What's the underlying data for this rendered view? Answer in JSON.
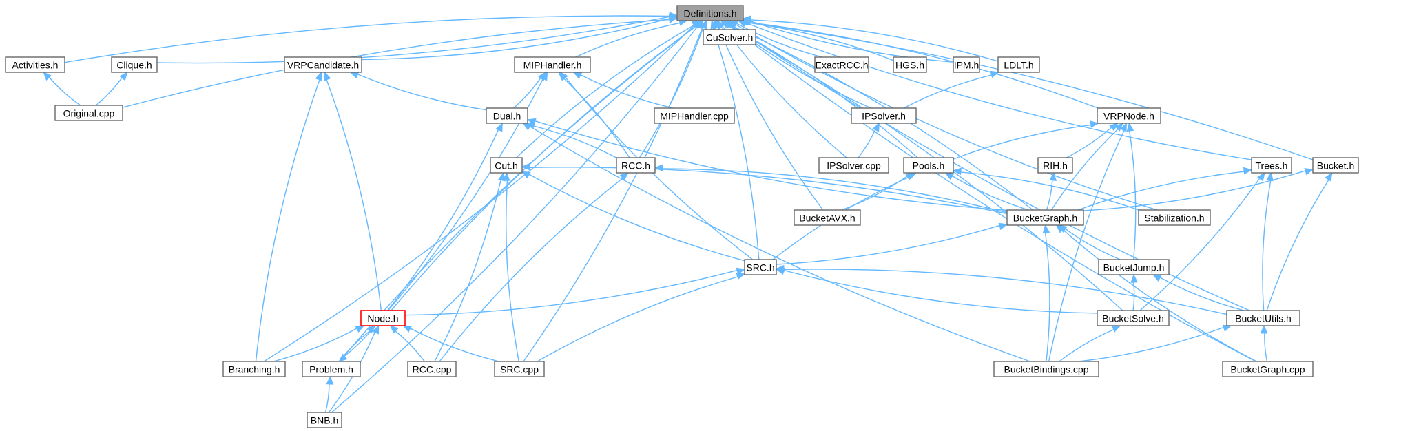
{
  "graph": {
    "colors": {
      "edge": "#63b8ff",
      "root_fill": "#a0a0a0",
      "focus_border": "#ff0000",
      "node_border": "#666666"
    },
    "nodes": [
      {
        "id": "def",
        "label": "Definitions.h",
        "kind": "root"
      },
      {
        "id": "activities",
        "label": "Activities.h"
      },
      {
        "id": "clique",
        "label": "Clique.h"
      },
      {
        "id": "original",
        "label": "Original.cpp"
      },
      {
        "id": "vrpcand",
        "label": "VRPCandidate.h"
      },
      {
        "id": "miphandler",
        "label": "MIPHandler.h"
      },
      {
        "id": "cusolver",
        "label": "CuSolver.h"
      },
      {
        "id": "exactrcc",
        "label": "ExactRCC.h"
      },
      {
        "id": "hgs",
        "label": "HGS.h"
      },
      {
        "id": "ipm",
        "label": "IPM.h"
      },
      {
        "id": "ldlt",
        "label": "LDLT.h"
      },
      {
        "id": "dual",
        "label": "Dual.h"
      },
      {
        "id": "miphandlercpp",
        "label": "MIPHandler.cpp"
      },
      {
        "id": "ipsolverh",
        "label": "IPSolver.h"
      },
      {
        "id": "vrpnode",
        "label": "VRPNode.h"
      },
      {
        "id": "cut",
        "label": "Cut.h"
      },
      {
        "id": "rcch",
        "label": "RCC.h"
      },
      {
        "id": "ipsolvercpp",
        "label": "IPSolver.cpp"
      },
      {
        "id": "pools",
        "label": "Pools.h"
      },
      {
        "id": "rih",
        "label": "RIH.h"
      },
      {
        "id": "trees",
        "label": "Trees.h"
      },
      {
        "id": "bucket",
        "label": "Bucket.h"
      },
      {
        "id": "bucketavx",
        "label": "BucketAVX.h"
      },
      {
        "id": "bucketgraph",
        "label": "BucketGraph.h"
      },
      {
        "id": "stabilization",
        "label": "Stabilization.h"
      },
      {
        "id": "src",
        "label": "SRC.h"
      },
      {
        "id": "bucketjump",
        "label": "BucketJump.h"
      },
      {
        "id": "node",
        "label": "Node.h",
        "kind": "focus"
      },
      {
        "id": "bucketsolve",
        "label": "BucketSolve.h"
      },
      {
        "id": "bucketutils",
        "label": "BucketUtils.h"
      },
      {
        "id": "branching",
        "label": "Branching.h"
      },
      {
        "id": "problem",
        "label": "Problem.h"
      },
      {
        "id": "rcccpp",
        "label": "RCC.cpp"
      },
      {
        "id": "srccpp",
        "label": "SRC.cpp"
      },
      {
        "id": "bucketbindings",
        "label": "BucketBindings.cpp"
      },
      {
        "id": "bucketgraphcpp",
        "label": "BucketGraph.cpp"
      },
      {
        "id": "bnb",
        "label": "BNB.h"
      }
    ],
    "edges": [
      [
        "activities",
        "def"
      ],
      [
        "clique",
        "def"
      ],
      [
        "original",
        "def"
      ],
      [
        "vrpcand",
        "def"
      ],
      [
        "miphandler",
        "def"
      ],
      [
        "cusolver",
        "def"
      ],
      [
        "exactrcc",
        "def"
      ],
      [
        "hgs",
        "def"
      ],
      [
        "ipm",
        "def"
      ],
      [
        "ldlt",
        "def"
      ],
      [
        "ipsolverh",
        "def"
      ],
      [
        "vrpnode",
        "def"
      ],
      [
        "cut",
        "def"
      ],
      [
        "rcch",
        "def"
      ],
      [
        "ipsolvercpp",
        "def"
      ],
      [
        "pools",
        "def"
      ],
      [
        "trees",
        "def"
      ],
      [
        "bucket",
        "def"
      ],
      [
        "bucketavx",
        "def"
      ],
      [
        "bucketgraph",
        "def"
      ],
      [
        "stabilization",
        "def"
      ],
      [
        "src",
        "def"
      ],
      [
        "node",
        "def"
      ],
      [
        "bucketsolve",
        "def"
      ],
      [
        "bucketutils",
        "def"
      ],
      [
        "branching",
        "def"
      ],
      [
        "problem",
        "def"
      ],
      [
        "srccpp",
        "def"
      ],
      [
        "bucketgraphcpp",
        "def"
      ],
      [
        "bnb",
        "def"
      ],
      [
        "original",
        "activities"
      ],
      [
        "original",
        "clique"
      ],
      [
        "dual",
        "vrpcand"
      ],
      [
        "node",
        "vrpcand"
      ],
      [
        "branching",
        "vrpcand"
      ],
      [
        "dual",
        "miphandler"
      ],
      [
        "miphandlercpp",
        "miphandler"
      ],
      [
        "rcch",
        "miphandler"
      ],
      [
        "src",
        "miphandler"
      ],
      [
        "node",
        "miphandler"
      ],
      [
        "ipsolverh",
        "ldlt"
      ],
      [
        "ipsolvercpp",
        "ipsolverh"
      ],
      [
        "pools",
        "vrpnode"
      ],
      [
        "rih",
        "vrpnode"
      ],
      [
        "bucketgraph",
        "vrpnode"
      ],
      [
        "bucketjump",
        "vrpnode"
      ],
      [
        "bucketbindings",
        "vrpnode"
      ],
      [
        "rcch",
        "dual"
      ],
      [
        "bucketgraph",
        "dual"
      ],
      [
        "node",
        "dual"
      ],
      [
        "bucketbindings",
        "dual"
      ],
      [
        "bucketgraph",
        "cut"
      ],
      [
        "src",
        "cut"
      ],
      [
        "rcccpp",
        "cut"
      ],
      [
        "srccpp",
        "cut"
      ],
      [
        "bucketgraph",
        "rcch"
      ],
      [
        "rcccpp",
        "rcch"
      ],
      [
        "bucketavx",
        "pools"
      ],
      [
        "bucketgraph",
        "pools"
      ],
      [
        "stabilization",
        "pools"
      ],
      [
        "src",
        "pools"
      ],
      [
        "bucketgraph",
        "rih"
      ],
      [
        "bucketgraph",
        "trees"
      ],
      [
        "bucketsolve",
        "trees"
      ],
      [
        "bucketutils",
        "trees"
      ],
      [
        "bucketgraph",
        "bucket"
      ],
      [
        "bucketutils",
        "bucket"
      ],
      [
        "src",
        "bucketgraph"
      ],
      [
        "bucketjump",
        "bucketgraph"
      ],
      [
        "bucketbindings",
        "bucketgraph"
      ],
      [
        "bucketgraphcpp",
        "bucketgraph"
      ],
      [
        "node",
        "src"
      ],
      [
        "bucketsolve",
        "src"
      ],
      [
        "bucketutils",
        "src"
      ],
      [
        "srccpp",
        "src"
      ],
      [
        "bucketsolve",
        "bucketjump"
      ],
      [
        "bucketutils",
        "bucketjump"
      ],
      [
        "branching",
        "node"
      ],
      [
        "problem",
        "node"
      ],
      [
        "rcccpp",
        "node"
      ],
      [
        "srccpp",
        "node"
      ],
      [
        "bnb",
        "node"
      ],
      [
        "node",
        "problem"
      ],
      [
        "bnb",
        "problem"
      ],
      [
        "bucketbindings",
        "bucketsolve"
      ],
      [
        "bucketbindings",
        "bucketutils"
      ],
      [
        "bucketgraphcpp",
        "bucketutils"
      ]
    ]
  }
}
